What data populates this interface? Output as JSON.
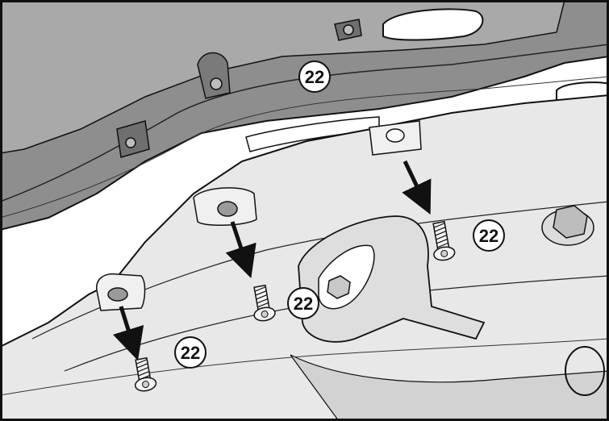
{
  "colors": {
    "cover_panel": "#8e8e8e",
    "cover_panel_dark": "#6f6f6f",
    "cover_panel_light": "#a9a9a9",
    "body_panel": "#e8e8e8",
    "body_panel_shade": "#d2d2d2",
    "outline": "#111111",
    "hole": "#9a9a9a",
    "arrow": "#111111"
  },
  "callouts": [
    {
      "label": "22"
    },
    {
      "label": "22"
    },
    {
      "label": "22"
    },
    {
      "label": "22"
    }
  ],
  "icons": [
    "bolt-icon",
    "arrow-down-icon",
    "hole-icon",
    "nut-icon"
  ]
}
